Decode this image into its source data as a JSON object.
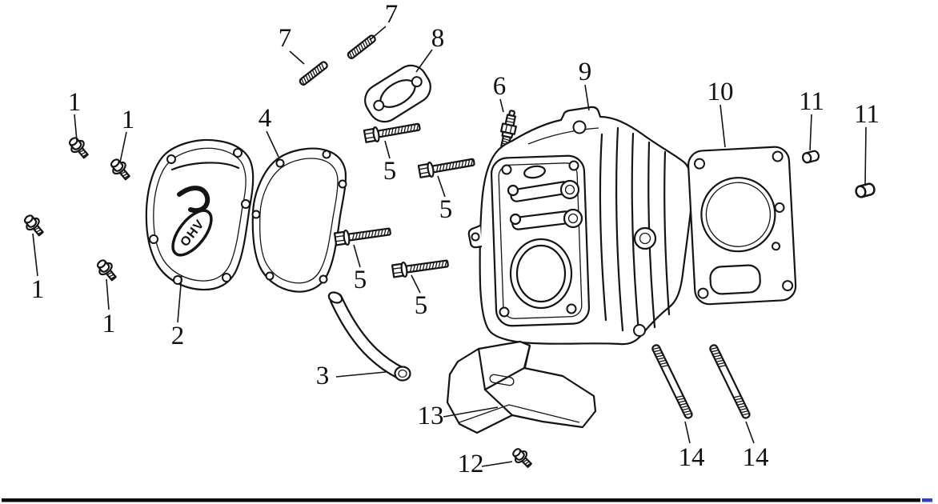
{
  "page": {
    "background": "#ffffff",
    "line_color": "#141414",
    "footer_rule_color": "#0a0a0a",
    "footer_accent_color": "#2b3fd4"
  },
  "diagram": {
    "name": "cylinder-head-exploded-view",
    "cover_badge": "OHV",
    "legend": [
      {
        "ref": "1",
        "part": "flange-bolt"
      },
      {
        "ref": "2",
        "part": "valve-cover"
      },
      {
        "ref": "3",
        "part": "breather-tube"
      },
      {
        "ref": "4",
        "part": "valve-cover-gasket"
      },
      {
        "ref": "5",
        "part": "cylinder-head-bolt"
      },
      {
        "ref": "6",
        "part": "spark-plug"
      },
      {
        "ref": "7",
        "part": "stud"
      },
      {
        "ref": "8",
        "part": "intake-gasket"
      },
      {
        "ref": "9",
        "part": "cylinder-head"
      },
      {
        "ref": "10",
        "part": "head-gasket"
      },
      {
        "ref": "11",
        "part": "dowel-pin"
      },
      {
        "ref": "12",
        "part": "bolt"
      },
      {
        "ref": "13",
        "part": "heat-shield"
      },
      {
        "ref": "14",
        "part": "long-stud"
      }
    ],
    "callouts": [
      {
        "label": "1",
        "part": "flange-bolt"
      },
      {
        "label": "1",
        "part": "flange-bolt"
      },
      {
        "label": "1",
        "part": "flange-bolt"
      },
      {
        "label": "1",
        "part": "flange-bolt"
      },
      {
        "label": "2",
        "part": "valve-cover"
      },
      {
        "label": "3",
        "part": "breather-tube"
      },
      {
        "label": "4",
        "part": "valve-cover-gasket"
      },
      {
        "label": "5",
        "part": "cylinder-head-bolt"
      },
      {
        "label": "5",
        "part": "cylinder-head-bolt"
      },
      {
        "label": "5",
        "part": "cylinder-head-bolt"
      },
      {
        "label": "5",
        "part": "cylinder-head-bolt"
      },
      {
        "label": "6",
        "part": "spark-plug"
      },
      {
        "label": "7",
        "part": "stud"
      },
      {
        "label": "7",
        "part": "stud"
      },
      {
        "label": "8",
        "part": "intake-gasket"
      },
      {
        "label": "9",
        "part": "cylinder-head"
      },
      {
        "label": "10",
        "part": "head-gasket"
      },
      {
        "label": "11",
        "part": "dowel-pin"
      },
      {
        "label": "11",
        "part": "dowel-pin"
      },
      {
        "label": "12",
        "part": "bolt"
      },
      {
        "label": "13",
        "part": "heat-shield"
      },
      {
        "label": "14",
        "part": "long-stud"
      },
      {
        "label": "14",
        "part": "long-stud"
      }
    ]
  }
}
